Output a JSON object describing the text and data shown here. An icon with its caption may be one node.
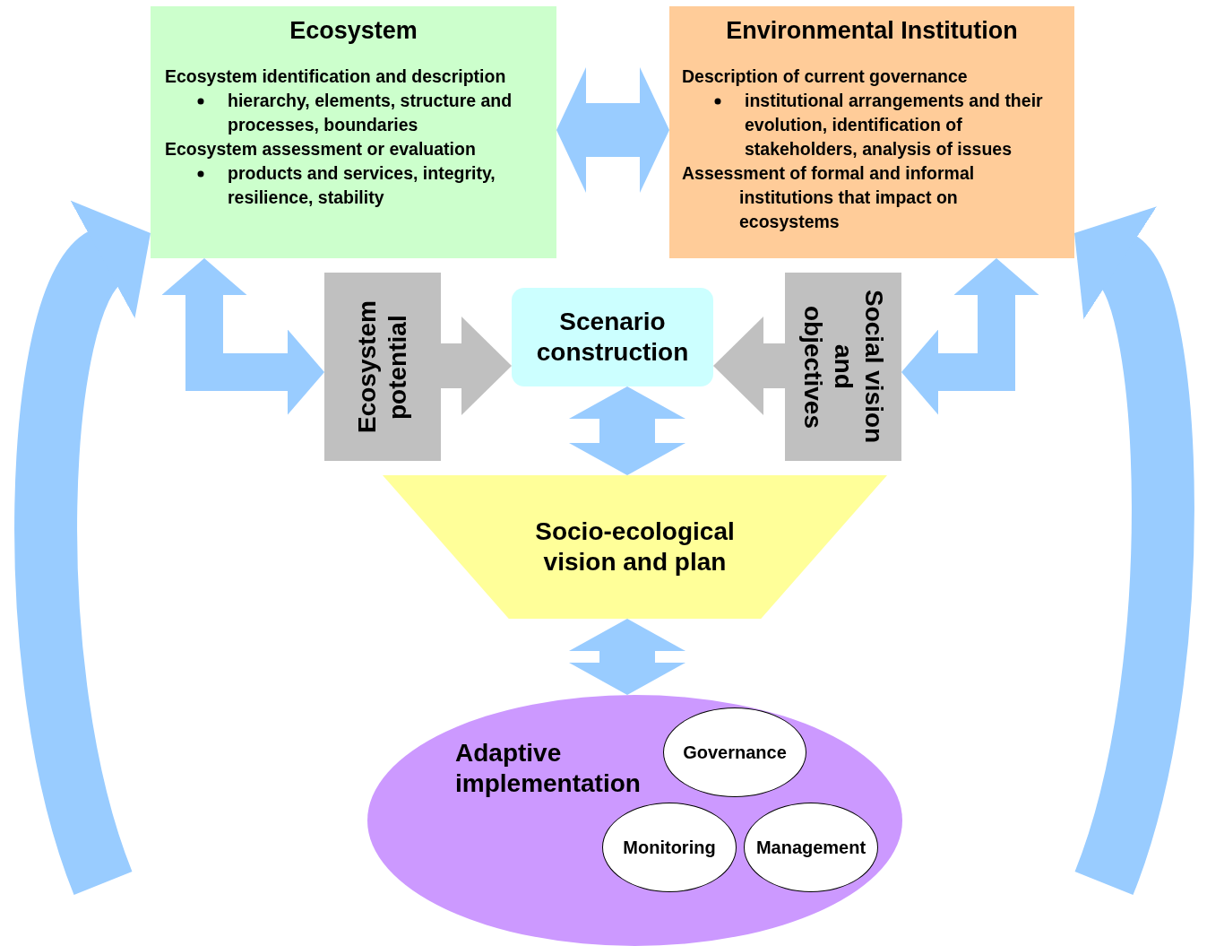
{
  "diagram": {
    "nodes": [
      {
        "text": [
          "Ecosystem",
          "Ecosystem identification and description",
          "hierarchy, elements, structure and processes, boundaries",
          "Ecosystem assessment or evaluation",
          "products and services, integrity, resilience, stability"
        ]
      },
      {
        "text": [
          "Environmental Institution",
          "Description of current governance",
          "institutional arrangements and their evolution, identification of stakeholders, analysis of issues",
          "Assessment of formal and informal institutions that impact on ecosystems"
        ]
      },
      {
        "text": [
          "Ecosystem potential"
        ]
      },
      {
        "text": [
          "Scenario construction"
        ]
      },
      {
        "text": [
          "Social vision and objectives"
        ]
      },
      {
        "text": [
          "Socio-ecological vision and plan"
        ]
      },
      {
        "text": [
          "Adaptive implementation"
        ]
      },
      {
        "text": [
          "Governance"
        ],
        "in": 6
      },
      {
        "text": [
          "Monitoring"
        ],
        "in": 6
      },
      {
        "text": [
          "Management"
        ],
        "in": 6
      }
    ],
    "edges": [
      {
        "from": 0,
        "to": 1,
        "arrow": "both"
      },
      {
        "from": 0,
        "to": 2,
        "arrow": "both"
      },
      {
        "from": 2,
        "to": 3,
        "arrow": "to",
        "color": "#c0c0c0"
      },
      {
        "from": 4,
        "to": 3,
        "arrow": "to",
        "color": "#c0c0c0"
      },
      {
        "from": 1,
        "to": 4,
        "arrow": "both"
      },
      {
        "from": 3,
        "to": 5,
        "arrow": "both"
      },
      {
        "from": 5,
        "to": 6,
        "arrow": "both"
      },
      {
        "from": null,
        "to": 0,
        "arrow": "to"
      },
      {
        "from": null,
        "to": 1,
        "arrow": "to"
      }
    ]
  }
}
